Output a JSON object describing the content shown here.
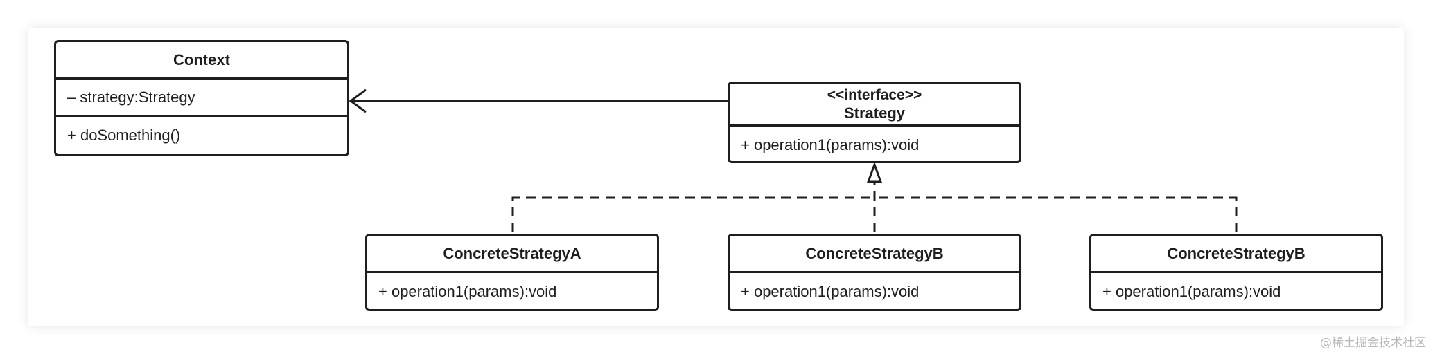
{
  "diagram": {
    "type": "uml-class-diagram",
    "context": {
      "name": "Context",
      "attribute": "– strategy:Strategy",
      "method": "+ doSomething()"
    },
    "strategy": {
      "stereotype": "<<interface>>",
      "name": "Strategy",
      "method": "+ operation1(params):void"
    },
    "concretes": [
      {
        "name": "ConcreteStrategyA",
        "method": "+ operation1(params):void"
      },
      {
        "name": "ConcreteStrategyB",
        "method": "+ operation1(params):void"
      },
      {
        "name": "ConcreteStrategyB",
        "method": "+ operation1(params):void"
      }
    ],
    "relations": [
      {
        "from": "Strategy",
        "to": "Context",
        "kind": "association",
        "arrow": "open"
      },
      {
        "from": "ConcreteStrategyA",
        "to": "Strategy",
        "kind": "realization",
        "arrow": "hollow-triangle",
        "line": "dashed"
      },
      {
        "from": "ConcreteStrategyB",
        "to": "Strategy",
        "kind": "realization",
        "arrow": "hollow-triangle",
        "line": "dashed"
      },
      {
        "from": "ConcreteStrategyB",
        "to": "Strategy",
        "kind": "realization",
        "arrow": "hollow-triangle",
        "line": "dashed"
      }
    ],
    "colors": {
      "stroke": "#1e1e1e",
      "background": "#ffffff",
      "watermark": "#b8b8b8"
    }
  },
  "watermark": "@稀土掘金技术社区"
}
